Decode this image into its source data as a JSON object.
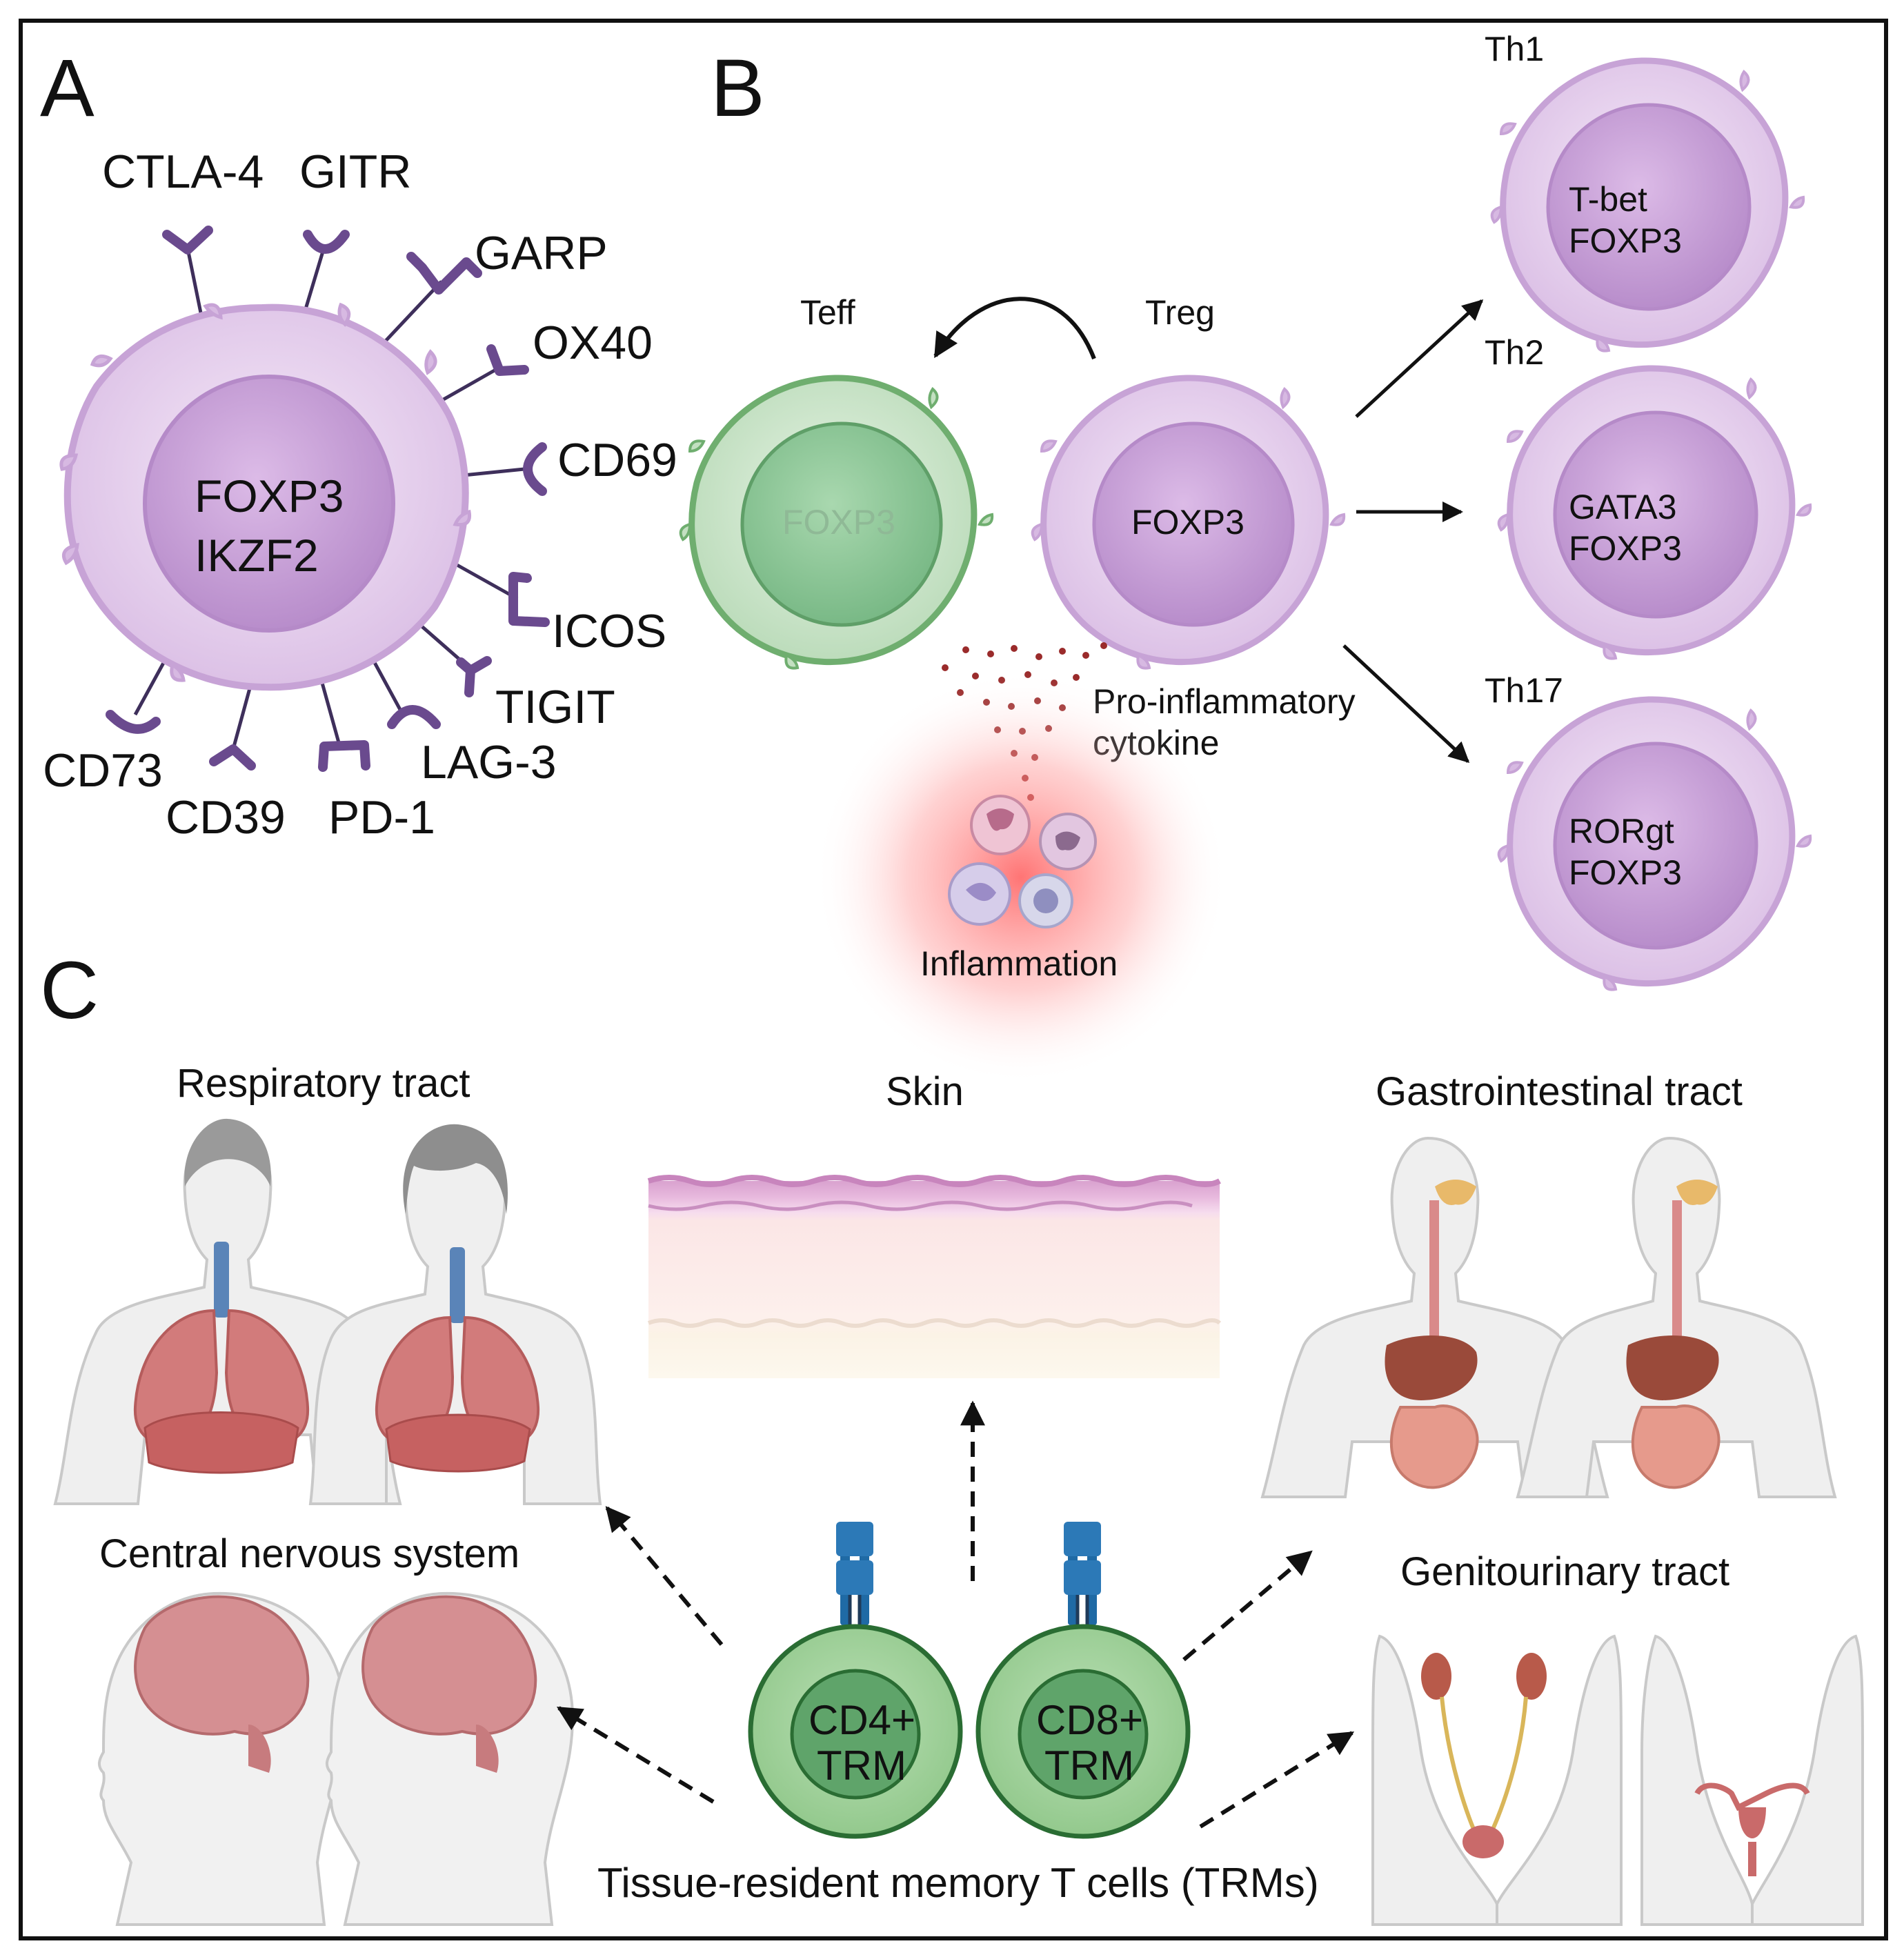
{
  "panels": {
    "a": {
      "letter": "A",
      "nucleus_line1": "FOXP3",
      "nucleus_line2": "IKZF2",
      "markers": [
        "CTLA-4",
        "GITR",
        "GARP",
        "OX40",
        "CD69",
        "ICOS",
        "TIGIT",
        "LAG-3",
        "PD-1",
        "CD39",
        "CD73"
      ]
    },
    "b": {
      "letter": "B",
      "teff_label": "Teff",
      "teff_nucleus": "FOXP3",
      "treg_label": "Treg",
      "treg_nucleus": "FOXP3",
      "cytokine_line1": "Pro-inflammatory",
      "cytokine_line2": "cytokine",
      "inflammation": "Inflammation",
      "subsets": [
        {
          "name": "Th1",
          "line1": "T-bet",
          "line2": "FOXP3"
        },
        {
          "name": "Th2",
          "line1": "GATA3",
          "line2": "FOXP3"
        },
        {
          "name": "Th17",
          "line1": "RORgt",
          "line2": "FOXP3"
        }
      ]
    },
    "c": {
      "letter": "C",
      "respiratory": "Respiratory tract",
      "skin": "Skin",
      "gastrointestinal": "Gastrointestinal tract",
      "cns": "Central nervous system",
      "genitourinary": "Genitourinary tract",
      "cd4_line1": "CD4+",
      "cd4_line2": "TRM",
      "cd8_line1": "CD8+",
      "cd8_line2": "TRM",
      "trm_caption": "Tissue-resident memory T cells (TRMs)"
    }
  },
  "colors": {
    "treg_membrane": "#e9d6ef",
    "treg_nucleus": "#c9a3d8",
    "teff_membrane": "#cfe6cf",
    "teff_nucleus": "#8cc59a",
    "receptor": "#6a4a8e",
    "trm_cell": "#a7d3a2",
    "trm_nucleus": "#5fa46a",
    "tcr": "#1f6aa5",
    "lung": "#c95a5a",
    "brain": "#c7797a",
    "inflammation": "#ff6a6a"
  }
}
